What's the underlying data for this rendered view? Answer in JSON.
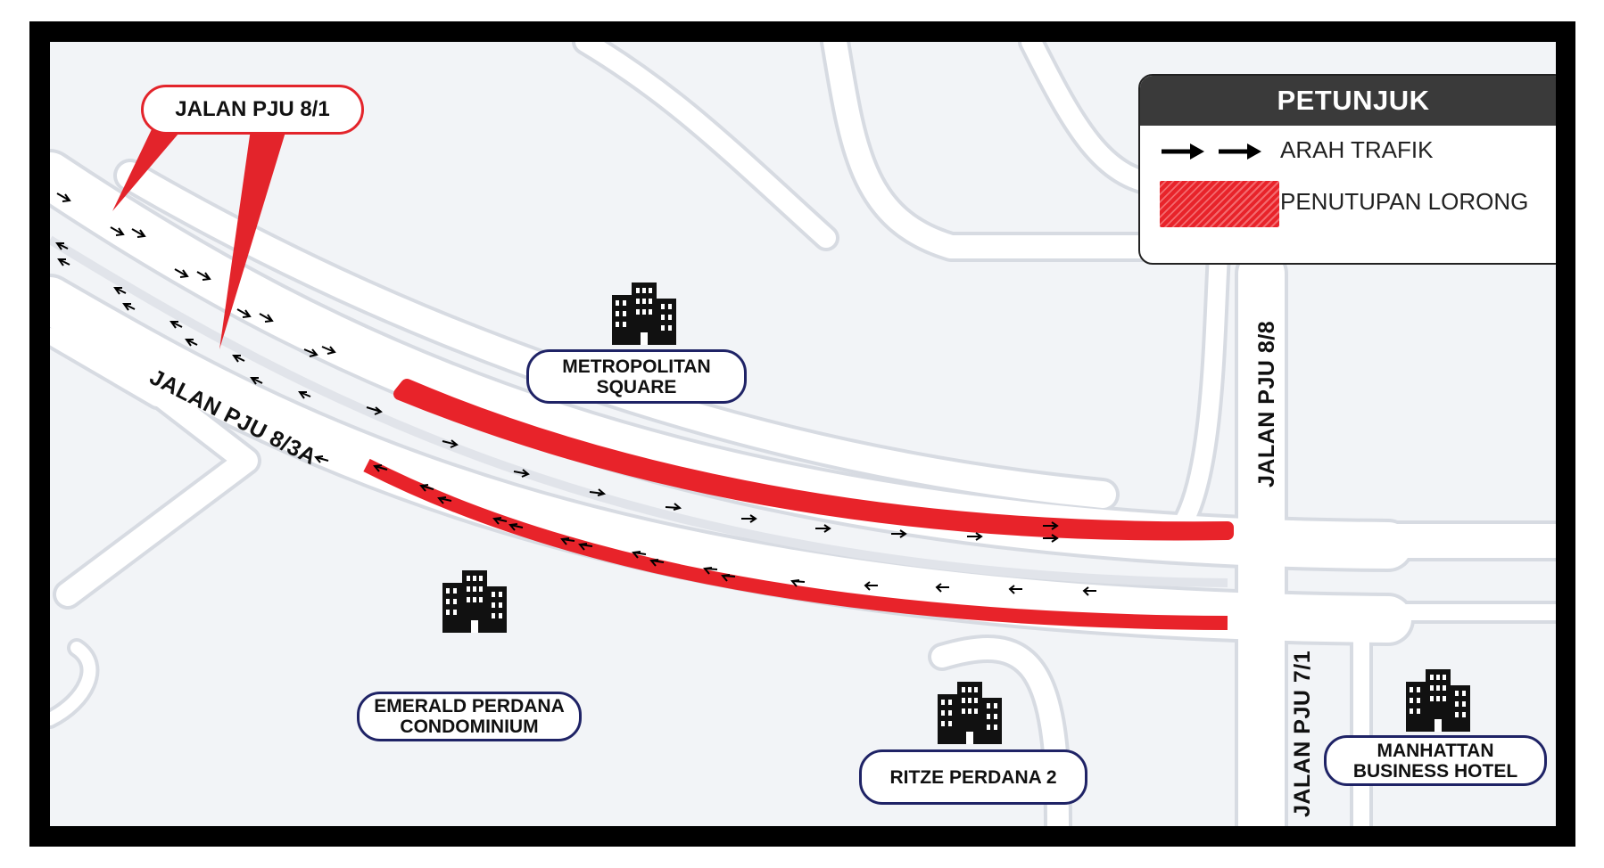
{
  "legend": {
    "title": "PETUNJUK",
    "items": [
      {
        "label": "ARAH TRAFIK",
        "icon": "arrow-right-icon"
      },
      {
        "label": "PENUTUPAN LORONG",
        "icon": "lane-closure-swatch",
        "color": "#e8232a"
      }
    ]
  },
  "callout": {
    "label": "JALAN PJU 8/1"
  },
  "roads": {
    "pju_8_3a": "JALAN PJU 8/3A",
    "pju_8_8": "JALAN PJU 8/8",
    "pju_7_1": "JALAN PJU 7/1"
  },
  "places": {
    "metropolitan": "METROPOLITAN SQUARE",
    "emerald": "EMERALD PERDANA CONDOMINIUM",
    "ritze": "RITZE PERDANA 2",
    "manhattan": "MANHATTAN BUSINESS HOTEL"
  },
  "colors": {
    "closure": "#e8232a",
    "place_border": "#1f2366",
    "map_bg": "#f2f4f7",
    "road": "#ffffff"
  }
}
